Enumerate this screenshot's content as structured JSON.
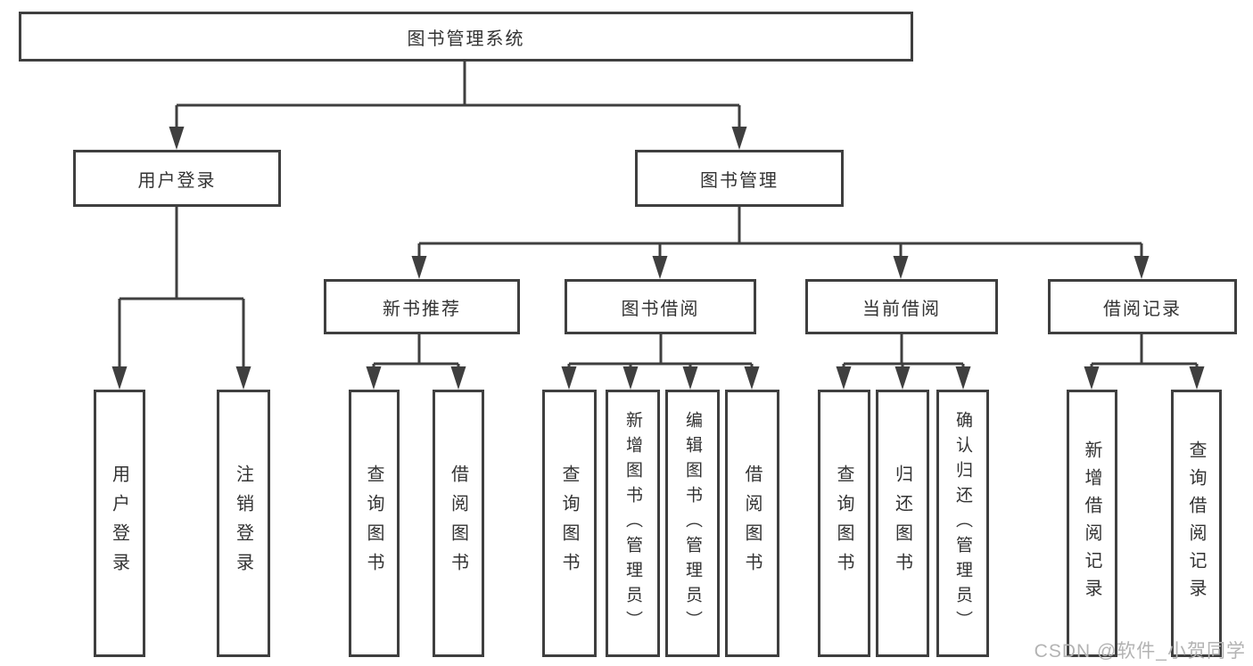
{
  "diagram_title": "图书管理系统",
  "nodes": {
    "root": "图书管理系统",
    "user_login": "用户登录",
    "book_mgmt": "图书管理",
    "new_book_rec": "新书推荐",
    "book_borrow": "图书借阅",
    "current_borrow": "当前借阅",
    "borrow_records": "借阅记录",
    "leaf_user_login": "用户登录",
    "leaf_logout": "注销登录",
    "leaf_rec_query_book": "查询图书",
    "leaf_rec_borrow_book": "借阅图书",
    "leaf_bb_query_book": "查询图书",
    "leaf_bb_add_book": "新增图书（管理员）",
    "leaf_bb_edit_book": "编辑图书（管理员）",
    "leaf_bb_borrow_book": "借阅图书",
    "leaf_cur_query_book": "查询图书",
    "leaf_cur_return_book": "归还图书",
    "leaf_cur_confirm_return": "确认归还（管理员）",
    "leaf_records_add": "新增借阅记录",
    "leaf_records_query": "查询借阅记录"
  },
  "edges": [
    [
      "root",
      "user_login"
    ],
    [
      "root",
      "book_mgmt"
    ],
    [
      "user_login",
      "leaf_user_login"
    ],
    [
      "user_login",
      "leaf_logout"
    ],
    [
      "book_mgmt",
      "new_book_rec"
    ],
    [
      "book_mgmt",
      "book_borrow"
    ],
    [
      "book_mgmt",
      "current_borrow"
    ],
    [
      "book_mgmt",
      "borrow_records"
    ],
    [
      "new_book_rec",
      "leaf_rec_query_book"
    ],
    [
      "new_book_rec",
      "leaf_rec_borrow_book"
    ],
    [
      "book_borrow",
      "leaf_bb_query_book"
    ],
    [
      "book_borrow",
      "leaf_bb_add_book"
    ],
    [
      "book_borrow",
      "leaf_bb_edit_book"
    ],
    [
      "book_borrow",
      "leaf_bb_borrow_book"
    ],
    [
      "current_borrow",
      "leaf_cur_query_book"
    ],
    [
      "current_borrow",
      "leaf_cur_return_book"
    ],
    [
      "current_borrow",
      "leaf_cur_confirm_return"
    ],
    [
      "borrow_records",
      "leaf_records_add"
    ],
    [
      "borrow_records",
      "leaf_records_query"
    ]
  ],
  "watermark": "CSDN @软件_小贺同学",
  "colors": {
    "line": "#3f3f3f",
    "box_border": "#3f3f3f",
    "box_fill": "#ffffff",
    "text": "#333333",
    "watermark": "#b3b3b3"
  }
}
